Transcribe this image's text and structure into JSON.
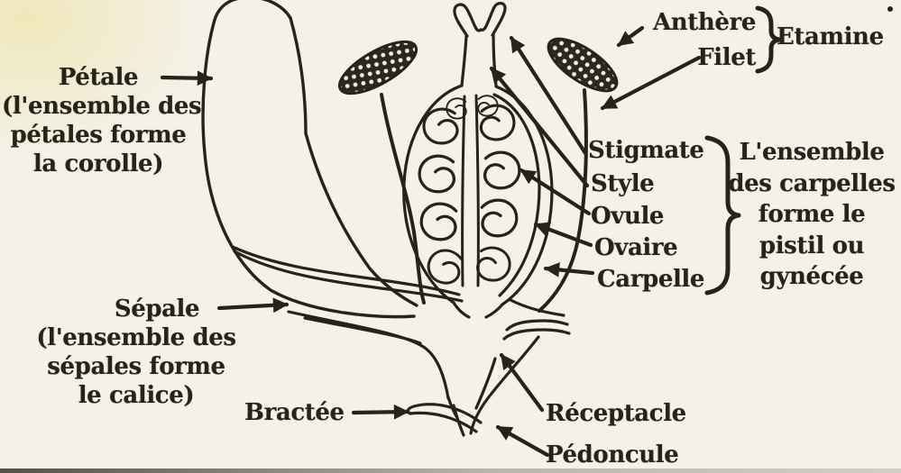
{
  "colors": {
    "paper": "#f2efe7",
    "ink": "#262319",
    "corner_tint": "#efe6bd"
  },
  "labels": {
    "petale": {
      "line1": "Pétale",
      "line2": "(l'ensemble des",
      "line3": "pétales forme",
      "line4": "la corolle)"
    },
    "sepale": {
      "line1": "Sépale",
      "line2": "(l'ensemble des",
      "line3": "sépales forme",
      "line4": "le calice)"
    },
    "bractee": "Bractée",
    "receptacle": "Réceptacle",
    "pedoncule": "Pédoncule",
    "anthere": "Anthère",
    "filet": "Filet",
    "etamine": "Etamine",
    "stigmate": "Stigmate",
    "style": "Style",
    "ovule": "Ovule",
    "ovaire": "Ovaire",
    "carpelle": "Carpelle",
    "pistil_note": {
      "line1": "L'ensemble",
      "line2": "des carpelles",
      "line3": "forme le",
      "line4": "pistil ou",
      "line5": "gynécée"
    }
  }
}
